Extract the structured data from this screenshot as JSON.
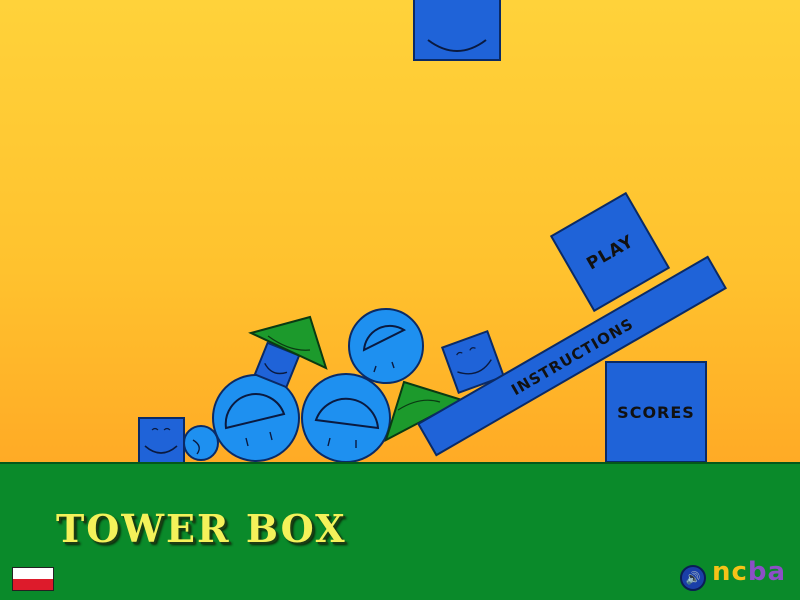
{
  "game": {
    "title": "TOWER BOX",
    "buttons": {
      "play": "PLAY",
      "instructions": "INSTRUCTIONS",
      "scores": "SCORES"
    },
    "brand": {
      "part1": "nc",
      "part2": "ba"
    },
    "sound_icon": "speaker-icon",
    "language": "polish-flag",
    "colors": {
      "sky_top": "#ffd23a",
      "sky_bottom": "#ff9a1f",
      "ground": "#0a8a2a",
      "box_blue": "#1f63d8",
      "circle_blue": "#1e90f0",
      "triangle_green": "#1c9a2c",
      "title_yellow": "#f4f25a"
    }
  }
}
